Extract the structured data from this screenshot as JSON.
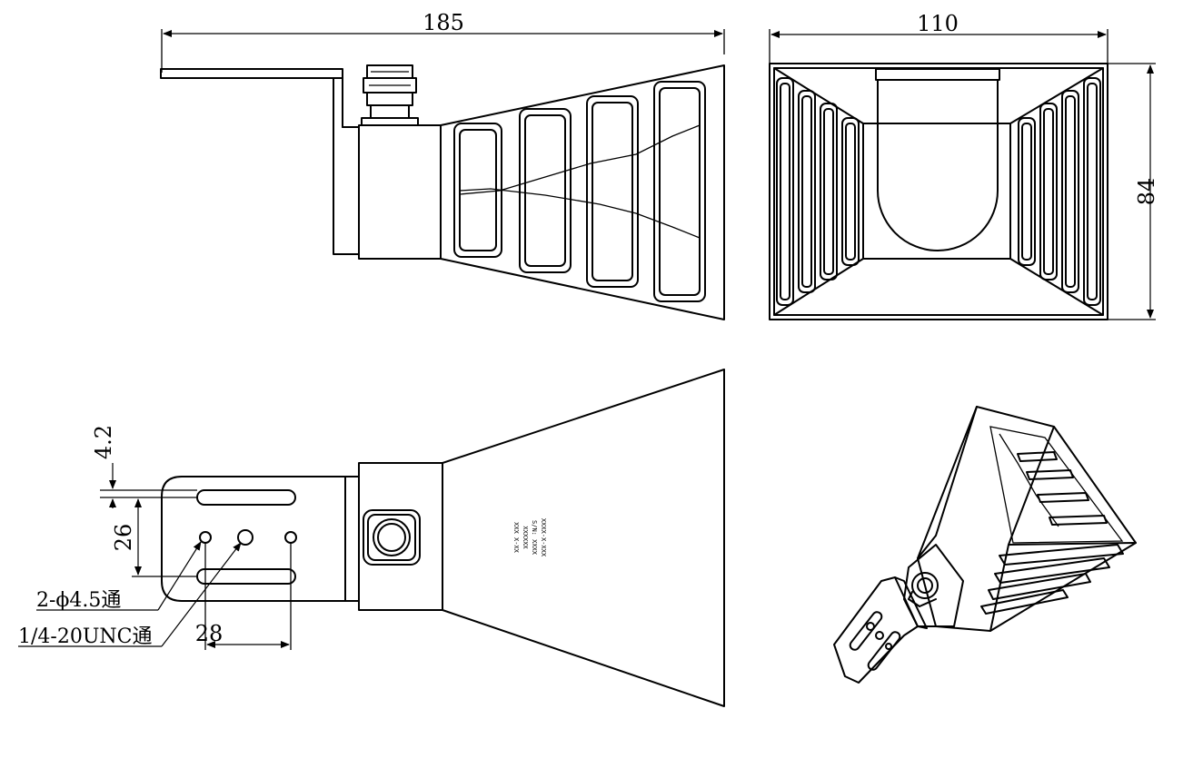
{
  "dimensions": {
    "front_width": "185",
    "side_width": "110",
    "side_height": "84",
    "slot_offset": "4.2",
    "slot_spacing": "26",
    "hole_spacing": "28"
  },
  "callouts": {
    "through_holes": "2-ϕ4.5通",
    "threaded_hole": "1/4-20UNC通"
  },
  "nameplate": {
    "line1": "XXXX-X-XXX",
    "line2": "S/N: XXXX",
    "line3": "XXXXXX",
    "line4": "XXX X-XX"
  }
}
